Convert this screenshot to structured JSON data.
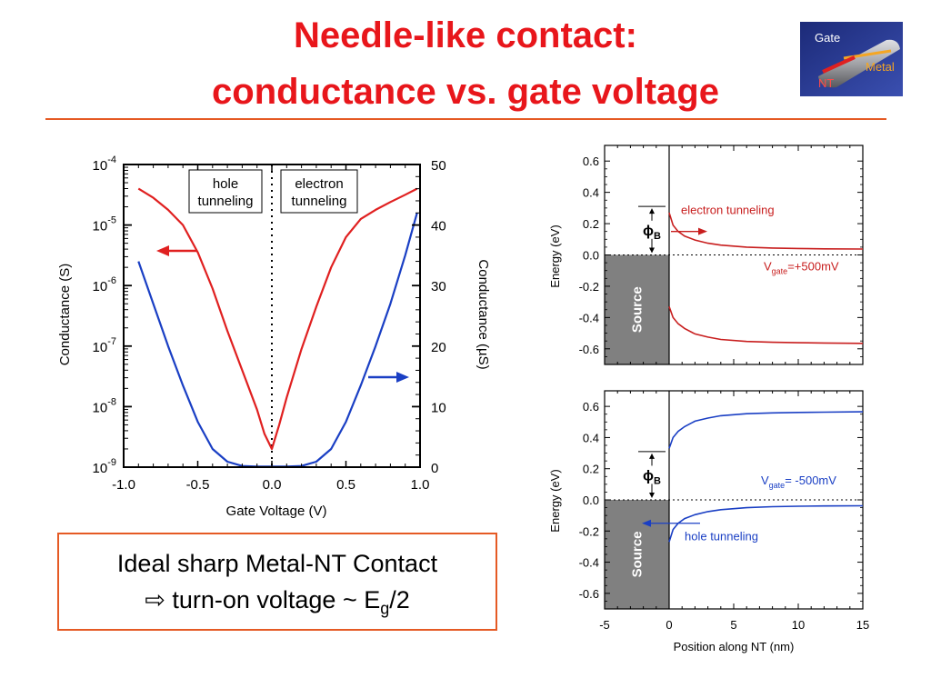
{
  "slide": {
    "title_line1": "Needle-like contact:",
    "title_line2": "conductance vs. gate voltage",
    "callout_line1": "Ideal sharp Metal-NT Contact",
    "callout_arrow": "⇨",
    "callout_line2_pre": " turn-on voltage ~ E",
    "callout_sub": "g",
    "callout_line2_post": "/2",
    "colors": {
      "title": "#e8161b",
      "rule": "#e55a24",
      "red": "#e02020",
      "blue": "#1a3fc4"
    }
  },
  "inset": {
    "label_gate": "Gate",
    "label_metal": "Metal",
    "label_nt": "NT"
  },
  "chart_data": [
    {
      "type": "line",
      "xlabel": "Gate Voltage (V)",
      "ylabel_left": "Conductance (S)",
      "ylabel_right": "Conductance (µS)",
      "xlim": [
        -1.0,
        1.0
      ],
      "x_ticks": [
        "-1.0",
        "-0.5",
        "0.0",
        "0.5",
        "1.0"
      ],
      "ylim_left_log10": [
        -9,
        -4
      ],
      "y_ticks_left_base": "10",
      "y_ticks_left_exp": [
        "-4",
        "-5",
        "-6",
        "-7",
        "-8",
        "-9"
      ],
      "ylim_right": [
        0,
        50
      ],
      "y_ticks_right": [
        "50",
        "40",
        "30",
        "20",
        "10",
        "0"
      ],
      "annotations": {
        "left_box_1": "hole",
        "left_box_2": "tunneling",
        "right_box_1": "electron",
        "right_box_2": "tunneling"
      },
      "series": [
        {
          "axis": "left-log",
          "color": "#e02020",
          "x": [
            -0.9,
            -0.8,
            -0.7,
            -0.6,
            -0.5,
            -0.4,
            -0.3,
            -0.2,
            -0.1,
            -0.05,
            0.0,
            0.05,
            0.1,
            0.2,
            0.3,
            0.4,
            0.5,
            0.6,
            0.7,
            0.8,
            0.9,
            0.98
          ],
          "log10_y": [
            -4.4,
            -4.55,
            -4.75,
            -5.0,
            -5.45,
            -6.05,
            -6.75,
            -7.4,
            -8.05,
            -8.45,
            -8.7,
            -8.3,
            -7.85,
            -7.05,
            -6.35,
            -5.7,
            -5.2,
            -4.9,
            -4.75,
            -4.62,
            -4.5,
            -4.4
          ]
        },
        {
          "axis": "right-linear",
          "color": "#1a3fc4",
          "x": [
            -0.9,
            -0.8,
            -0.7,
            -0.6,
            -0.5,
            -0.4,
            -0.3,
            -0.2,
            -0.1,
            0.0,
            0.1,
            0.2,
            0.3,
            0.4,
            0.5,
            0.6,
            0.7,
            0.8,
            0.9,
            0.98
          ],
          "y": [
            34,
            27,
            20,
            13.5,
            7.5,
            3.0,
            0.9,
            0.2,
            0.1,
            0.1,
            0.1,
            0.2,
            0.9,
            3.0,
            7.5,
            13.5,
            20,
            27,
            35,
            42
          ]
        }
      ]
    },
    {
      "type": "line",
      "xlabel": "",
      "ylabel": "Energy (eV)",
      "xlim": [
        -5,
        15
      ],
      "ylim": [
        -0.7,
        0.7
      ],
      "y_ticks": [
        "0.6",
        "0.4",
        "0.2",
        "0.0",
        "-0.2",
        "-0.4",
        "-0.6"
      ],
      "source_label": "Source",
      "phi_label": "ϕ",
      "phi_sub": "B",
      "gate_label_pre": "V",
      "gate_label_sub": "gate",
      "gate_label_post": "=+500mV",
      "arrow_label": "electron tunneling",
      "series": [
        {
          "color": "#c81e1e",
          "x": [
            0,
            0.3,
            0.7,
            1.2,
            2,
            3,
            4,
            6,
            8,
            10,
            12,
            15
          ],
          "y": [
            0.27,
            0.19,
            0.15,
            0.12,
            0.095,
            0.075,
            0.063,
            0.05,
            0.044,
            0.041,
            0.039,
            0.038
          ]
        },
        {
          "color": "#c81e1e",
          "x": [
            0,
            0.3,
            0.7,
            1.2,
            2,
            3,
            4,
            6,
            8,
            10,
            12,
            15
          ],
          "y": [
            -0.33,
            -0.4,
            -0.44,
            -0.47,
            -0.505,
            -0.525,
            -0.54,
            -0.553,
            -0.558,
            -0.561,
            -0.563,
            -0.565
          ]
        }
      ]
    },
    {
      "type": "line",
      "xlabel": "Position along NT (nm)",
      "ylabel": "Energy (eV)",
      "xlim": [
        -5,
        15
      ],
      "ylim": [
        -0.7,
        0.7
      ],
      "x_ticks": [
        "-5",
        "0",
        "5",
        "10",
        "15"
      ],
      "y_ticks": [
        "0.6",
        "0.4",
        "0.2",
        "0.0",
        "-0.2",
        "-0.4",
        "-0.6"
      ],
      "source_label": "Source",
      "phi_label": "ϕ",
      "phi_sub": "B",
      "gate_label_pre": "V",
      "gate_label_sub": "gate",
      "gate_label_post": "= -500mV",
      "arrow_label": "hole tunneling",
      "series": [
        {
          "color": "#1a3fc4",
          "x": [
            0,
            0.3,
            0.7,
            1.2,
            2,
            3,
            4,
            6,
            8,
            10,
            12,
            15
          ],
          "y": [
            0.33,
            0.4,
            0.44,
            0.47,
            0.505,
            0.525,
            0.54,
            0.553,
            0.558,
            0.561,
            0.563,
            0.565
          ]
        },
        {
          "color": "#1a3fc4",
          "x": [
            0,
            0.3,
            0.7,
            1.2,
            2,
            3,
            4,
            6,
            8,
            10,
            12,
            15
          ],
          "y": [
            -0.27,
            -0.19,
            -0.15,
            -0.12,
            -0.095,
            -0.075,
            -0.063,
            -0.05,
            -0.044,
            -0.041,
            -0.039,
            -0.038
          ]
        }
      ]
    }
  ]
}
